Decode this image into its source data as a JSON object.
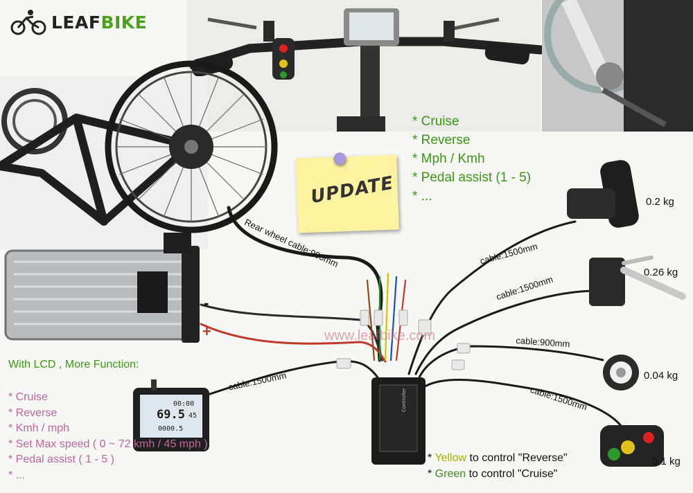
{
  "brand": {
    "name_part1": "LEAF",
    "name_part2": "BIKE",
    "accent_color": "#4aa31c"
  },
  "watermark": "www.leafbike.com",
  "features_right": [
    "* Cruise",
    "* Reverse",
    "* Mph / Kmh",
    "* Pedal assist (1 - 5)",
    "* ..."
  ],
  "update_note": "UPDATE",
  "lcd_section": {
    "heading": "With LCD , More Function:",
    "items": [
      "* Cruise",
      "* Reverse",
      "* Kmh / mph",
      "* Set Max speed ( 0 ~ 72 kmh / 45 mph )",
      "* Pedal assist ( 1 - 5 )",
      "* ..."
    ]
  },
  "cables": {
    "rear_wheel": "Rear wheel cable:900mm",
    "throttle": "cable:1500mm",
    "brake": "cable:1500mm",
    "pas": "cable:900mm",
    "switch": "cable:1500mm",
    "lcd": "cable:1500mm"
  },
  "weights": {
    "throttle": "0.2 kg",
    "brake": "0.26 kg",
    "pas": "0.04 kg",
    "switch": "0.1 kg"
  },
  "battery_signs": {
    "minus": "-",
    "plus": "+"
  },
  "notes": {
    "yellow_prefix": "* ",
    "yellow_word": "Yellow",
    "yellow_rest": " to control \"Reverse\"",
    "green_prefix": "* ",
    "green_word": "Green",
    "green_rest": " to control \"Cruise\""
  },
  "lcd_readout": {
    "speed": "69.5",
    "value_top": "00:00",
    "value_right": "45",
    "value_bottom": "0000.5"
  },
  "colors": {
    "feature_green": "#3a9a14",
    "lcd_list_pink": "#c0669a",
    "yellow": "#a7b100"
  }
}
